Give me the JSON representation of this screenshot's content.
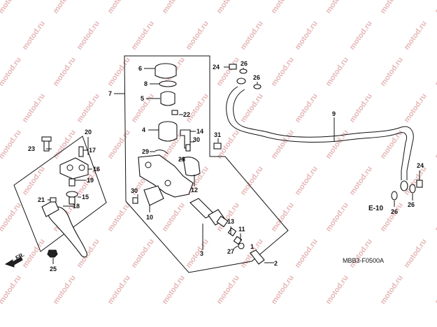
{
  "watermark": "motod.ru",
  "diagram_code": "MBB3-F0500A",
  "section_ref": "E-10",
  "direction_label": "FR.",
  "callouts": [
    "1",
    "2",
    "3",
    "4",
    "5",
    "6",
    "7",
    "8",
    "9",
    "10",
    "11",
    "12",
    "13",
    "14",
    "15",
    "16",
    "17",
    "18",
    "19",
    "20",
    "21",
    "22",
    "23",
    "24",
    "24",
    "25",
    "26",
    "26",
    "26",
    "26",
    "27",
    "28",
    "29",
    "30",
    "30",
    "31"
  ]
}
